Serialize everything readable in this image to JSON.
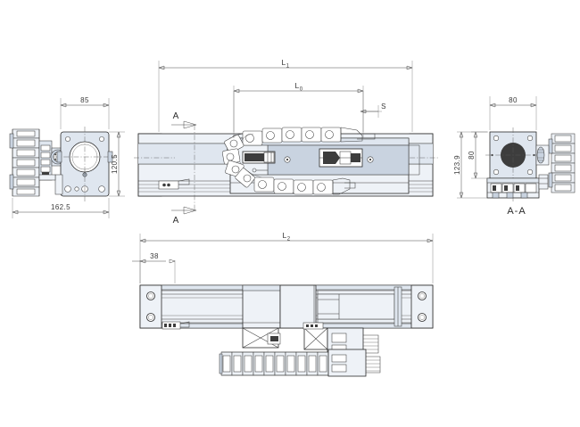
{
  "drawing": {
    "title": "Linear actuator module technical drawing",
    "views": [
      {
        "name": "left-end-view",
        "label": ""
      },
      {
        "name": "top-plan-view",
        "label": ""
      },
      {
        "name": "right-section-view",
        "label": "A-A"
      },
      {
        "name": "bottom-front-view",
        "label": ""
      }
    ]
  },
  "left_view": {
    "dim_width_top": "85",
    "dim_height_right": "120.5",
    "dim_width_bottom": "162.5"
  },
  "top_view": {
    "dim_overall": "L",
    "dim_overall_sub": "1",
    "dim_stroke": "L",
    "dim_stroke_sub": "0",
    "dim_s": "S",
    "section_mark_top": "A",
    "section_mark_bottom": "A"
  },
  "right_view": {
    "dim_width_top": "80",
    "dim_height_inner": "80",
    "dim_height_outer": "123.9",
    "section_label": "A-A"
  },
  "bottom_view": {
    "dim_overall": "L",
    "dim_overall_sub": "2",
    "dim_offset": "38"
  },
  "colors": {
    "line": "#3c3c3c",
    "dimension": "#4a4a4a",
    "fill_body": "#dfe6ef",
    "fill_light": "#eef2f7",
    "fill_mid": "#c9d3e0",
    "text": "#2b2b2b"
  }
}
